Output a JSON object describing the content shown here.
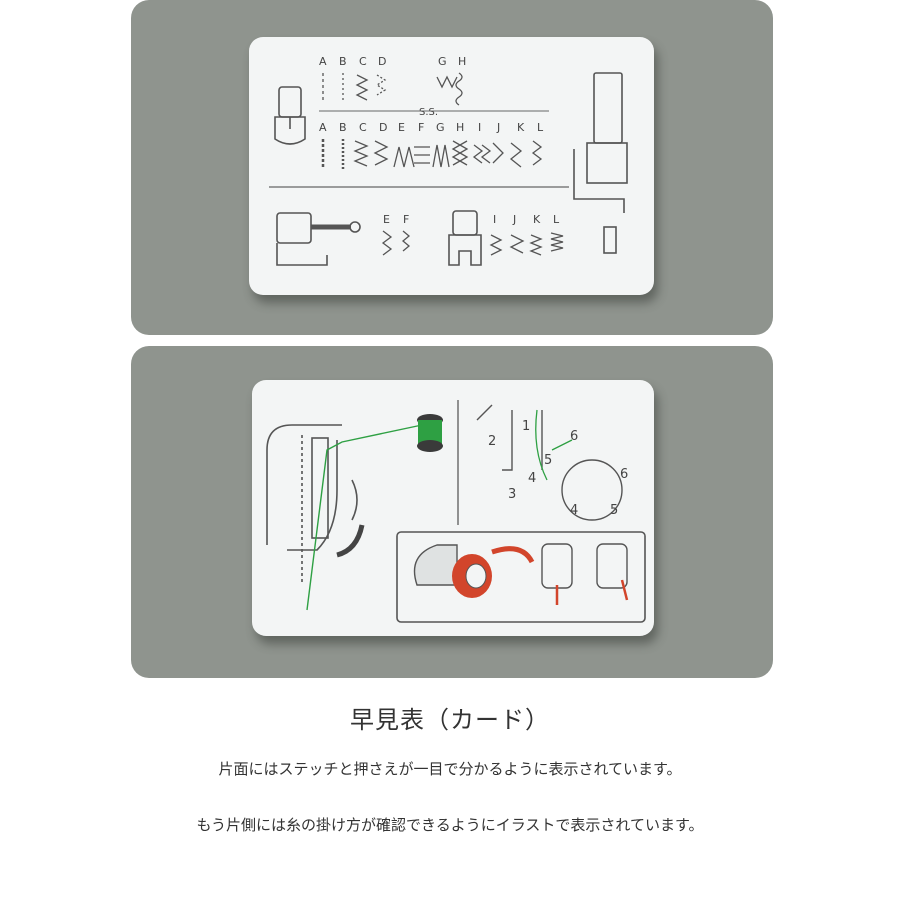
{
  "card_front": {
    "top_row_letters": [
      "A",
      "B",
      "C",
      "D",
      "G",
      "H"
    ],
    "ss_label": "S.S.",
    "middle_row_letters": [
      "A",
      "B",
      "C",
      "D",
      "E",
      "F",
      "G",
      "H",
      "I",
      "J",
      "K",
      "L"
    ],
    "bottom_left_letters": [
      "E",
      "F"
    ],
    "bottom_right_letters": [
      "I",
      "J",
      "K",
      "L"
    ]
  },
  "card_back": {
    "step_numbers": [
      "1",
      "2",
      "3",
      "4",
      "5",
      "6"
    ],
    "inset_numbers": [
      "4",
      "5",
      "6"
    ],
    "thread_color": "#2ea043",
    "bobbin_color": "#d2452b"
  },
  "caption": {
    "title": "早見表（カード）",
    "line1": "片面にはステッチと押さえが一目で分かるように表示されています。",
    "line2": "もう片側には糸の掛け方が確認できるようにイラストで表示されています。"
  }
}
